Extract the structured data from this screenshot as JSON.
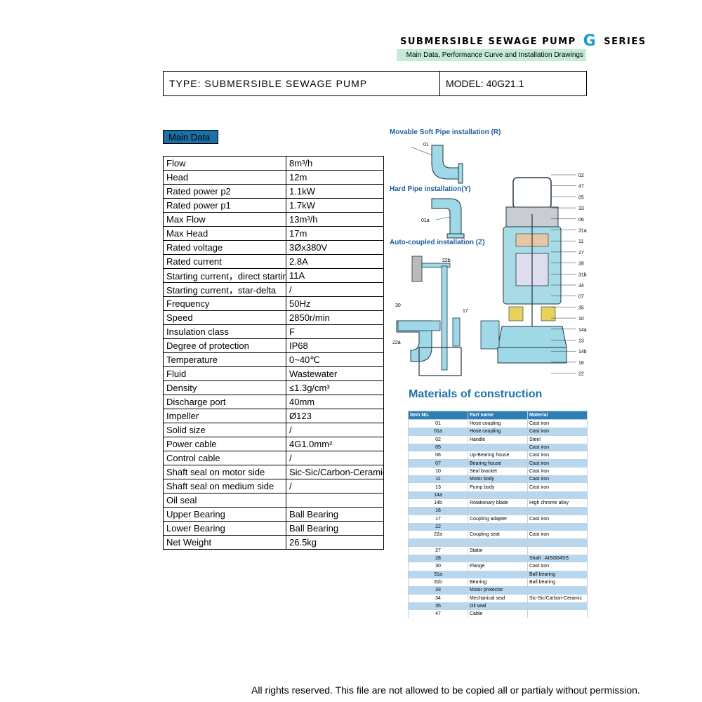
{
  "header": {
    "title_left": "SUBMERSIBLE SEWAGE PUMP",
    "title_g": "G",
    "title_right": "SERIES",
    "subtitle": "Main Data, Performance Curve and Installation Drawings"
  },
  "type_bar": {
    "type": "TYPE: SUBMERSIBLE SEWAGE PUMP",
    "model": "MODEL: 40G21.1"
  },
  "main_data": {
    "label": "Main Data",
    "rows": [
      {
        "key": "Flow",
        "value": "8m³/h"
      },
      {
        "key": "Head",
        "value": "12m"
      },
      {
        "key": "Rated power p2",
        "value": "1.1kW"
      },
      {
        "key": "Rated power p1",
        "value": "1.7kW"
      },
      {
        "key": "Max Flow",
        "value": "13m³/h"
      },
      {
        "key": "Max Head",
        "value": "17m"
      },
      {
        "key": "Rated voltage",
        "value": "3Øx380V"
      },
      {
        "key": "Rated current",
        "value": "2.8A"
      },
      {
        "key": "Starting current，direct starting",
        "value": "11A"
      },
      {
        "key": "Starting current，star-delta",
        "value": "/"
      },
      {
        "key": "Frequency",
        "value": "50Hz"
      },
      {
        "key": "Speed",
        "value": "2850r/min"
      },
      {
        "key": "Insulation class",
        "value": "F"
      },
      {
        "key": "Degree of protection",
        "value": "IP68"
      },
      {
        "key": "Temperature",
        "value": "0~40℃"
      },
      {
        "key": "Fluid",
        "value": "Wastewater"
      },
      {
        "key": "Density",
        "value": "≤1.3g/cm³"
      },
      {
        "key": "Discharge port",
        "value": "40mm"
      },
      {
        "key": "Impeller",
        "value": "Ø123"
      },
      {
        "key": "Solid size",
        "value": "/"
      },
      {
        "key": "Power cable",
        "value": "4G1.0mm²"
      },
      {
        "key": "Control cable",
        "value": "/"
      },
      {
        "key": "Shaft seal on motor side",
        "value": "Sic-Sic/Carbon-Ceramic"
      },
      {
        "key": "Shaft seal on medium side",
        "value": "/"
      },
      {
        "key": "Oil seal",
        "value": ""
      },
      {
        "key": "Upper Bearing",
        "value": "Ball Bearing"
      },
      {
        "key": "Lower Bearing",
        "value": "Ball Bearing"
      },
      {
        "key": "Net Weight",
        "value": "26.5kg"
      }
    ]
  },
  "installations": {
    "movable": "Movable Soft Pipe installation (R)",
    "hard": "Hard Pipe  installation(Y)",
    "auto": "Auto-coupled installation (Z)",
    "pipe_labels": {
      "movable": "01",
      "hard": "01a",
      "auto_top": "22b",
      "auto_left": "30",
      "auto_right": "17",
      "auto_bottom": "22a"
    }
  },
  "callouts": [
    "02",
    "47",
    "05",
    "33",
    "06",
    "31a",
    "11",
    "27",
    "28",
    "31b",
    "34",
    "07",
    "35",
    "10",
    "14a",
    "13",
    "14b",
    "16",
    "22"
  ],
  "materials": {
    "title": "Materials of construction",
    "headers": [
      "Item No.",
      "Part name",
      "Material"
    ],
    "rows": [
      {
        "no": "01",
        "part": "Hose coupling",
        "mat": "Cast iron"
      },
      {
        "no": "01a",
        "part": "Hose coupling",
        "mat": "Cast iron"
      },
      {
        "no": "02",
        "part": "Handle",
        "mat": "Steel"
      },
      {
        "no": "05",
        "part": "",
        "mat": "Cast iron"
      },
      {
        "no": "06",
        "part": "Up-Bearing house",
        "mat": "Cast iron"
      },
      {
        "no": "07",
        "part": "Bearing house",
        "mat": "Cast iron"
      },
      {
        "no": "10",
        "part": "Seal bracket",
        "mat": "Cast iron"
      },
      {
        "no": "11",
        "part": "Motor body",
        "mat": "Cast iron"
      },
      {
        "no": "13",
        "part": "Pump body",
        "mat": "Cast iron"
      },
      {
        "no": "14a",
        "part": "",
        "mat": ""
      },
      {
        "no": "14b",
        "part": "Rotationary blade",
        "mat": "High chrome alloy"
      },
      {
        "no": "16",
        "part": "",
        "mat": ""
      },
      {
        "no": "17",
        "part": "Coupling adapter",
        "mat": "Cast iron"
      },
      {
        "no": "22",
        "part": "",
        "mat": ""
      },
      {
        "no": "22a",
        "part": "Coupling seat",
        "mat": "Cast iron"
      },
      {
        "no": "",
        "part": "",
        "mat": ""
      },
      {
        "no": "27",
        "part": "Stator",
        "mat": ""
      },
      {
        "no": "28",
        "part": "",
        "mat": "Shaft : AISI304SS"
      },
      {
        "no": "30",
        "part": "Flange",
        "mat": "Cast iron"
      },
      {
        "no": "31a",
        "part": "",
        "mat": "Ball bearing"
      },
      {
        "no": "31b",
        "part": "Bearing",
        "mat": "Ball bearing"
      },
      {
        "no": "33",
        "part": "Motor protector",
        "mat": ""
      },
      {
        "no": "34",
        "part": "Mechanical seal",
        "mat": "Sic-Sic/Carbon-Ceramic"
      },
      {
        "no": "35",
        "part": "Oil seal",
        "mat": ""
      },
      {
        "no": "47",
        "part": "Cable",
        "mat": ""
      }
    ]
  },
  "footer": "All rights reserved. This file are not allowed to be copied all or partialy without permission.",
  "colors": {
    "accent_blue": "#1a6fa6",
    "subtitle_green": "#c5ebd6",
    "table_row_blue": "#b8d6ee",
    "header_blue": "#2c7fb5"
  }
}
